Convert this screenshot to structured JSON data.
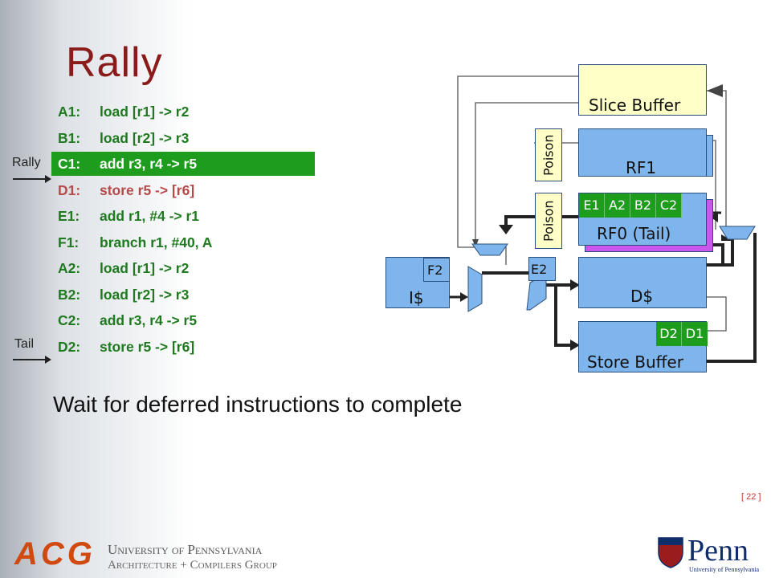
{
  "slide": {
    "title": "Rally",
    "subtitle": "Wait for deferred instructions to complete",
    "page": "[ 22 ]"
  },
  "pointers": {
    "rally": "Rally",
    "tail": "Tail"
  },
  "instructions": [
    {
      "label": "A1:",
      "text": "load [r1] -> r2"
    },
    {
      "label": "B1:",
      "text": "load [r2] -> r3"
    },
    {
      "label": "C1:",
      "text": "add r3, r4 -> r5"
    },
    {
      "label": "D1:",
      "text": "store r5 -> [r6]"
    },
    {
      "label": "E1:",
      "text": "add r1, #4 -> r1"
    },
    {
      "label": "F1:",
      "text": "branch r1, #40, A"
    },
    {
      "label": "A2:",
      "text": "load [r1] -> r2"
    },
    {
      "label": "B2:",
      "text": "load [r2] -> r3"
    },
    {
      "label": "C2:",
      "text": "add r3, r4 -> r5"
    },
    {
      "label": "D2:",
      "text": "store r5 -> [r6]"
    }
  ],
  "diagram": {
    "slice_buffer": "Slice Buffer",
    "rf1": "RF1",
    "rf0": "RF0 (Tail)",
    "poison_1": "Poison",
    "poison_2": "Poison",
    "rf0_cells": [
      "E1",
      "A2",
      "B2",
      "C2"
    ],
    "icache": "I$",
    "icache_tag": "F2",
    "e2_tag": "E2",
    "dcache": "D$",
    "store_buffer": "Store Buffer",
    "sb_cells": [
      "D2",
      "D1"
    ]
  },
  "footer": {
    "acg_logo": "ACG",
    "university_line": "University of Pennsylvania",
    "group_line": "Architecture + Compilers Group",
    "penn_logo": "Penn",
    "penn_subtitle": "University of Pennsylvania"
  },
  "colors": {
    "title": "#8b1a1a",
    "highlight": "#1e9c1e",
    "instruction": "#1f7a1f",
    "deferred": "#b54a4a",
    "block_fill": "#7eb5ec",
    "slice_buffer_fill": "#ffffc8",
    "rf0_shadow": "#cc55ee"
  }
}
